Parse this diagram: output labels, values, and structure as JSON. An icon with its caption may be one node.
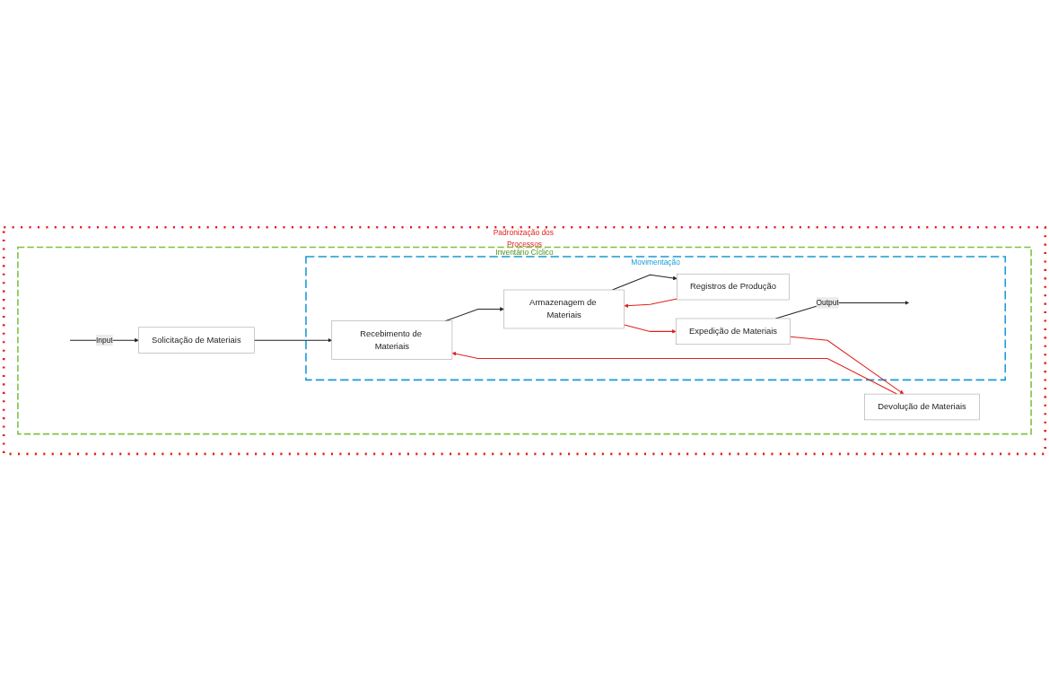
{
  "diagram": {
    "nodes": [
      {
        "text": [
          "Padronização dos Processos"
        ]
      },
      {
        "text": [
          "Inventário Cíclico"
        ],
        "in": 0
      },
      {
        "text": [
          "Movimentação"
        ],
        "in": 1
      },
      {
        "text": [
          "Registros de Produção"
        ],
        "in": 2
      },
      {
        "text": [
          "Armazenagem de Materiais"
        ],
        "in": 2
      },
      {
        "text": [
          "Expedição de Materiais"
        ],
        "in": 2
      },
      {
        "text": [
          "Recebimento de Materiais"
        ],
        "in": 2
      },
      {
        "text": [
          "Solicitação de Materiais"
        ],
        "in": 1
      },
      {
        "text": [
          "Devolução de Materiais"
        ],
        "in": 1
      }
    ],
    "edges": [
      {
        "from": null,
        "to": 7,
        "arrow": "to",
        "label": "Input"
      },
      {
        "from": 7,
        "to": 6,
        "arrow": "to"
      },
      {
        "from": 6,
        "to": 4,
        "arrow": "to"
      },
      {
        "from": 4,
        "to": 3,
        "arrow": "to"
      },
      {
        "from": 3,
        "to": 4,
        "arrow": "to",
        "color": "#e0201c"
      },
      {
        "from": 4,
        "to": 5,
        "arrow": "to",
        "color": "#e0201c"
      },
      {
        "from": 5,
        "to": null,
        "arrow": "to",
        "label": "Output"
      },
      {
        "from": 5,
        "to": 8,
        "arrow": "to",
        "color": "#e0201c"
      },
      {
        "from": 8,
        "to": 6,
        "arrow": "to",
        "color": "#e0201c"
      }
    ]
  }
}
